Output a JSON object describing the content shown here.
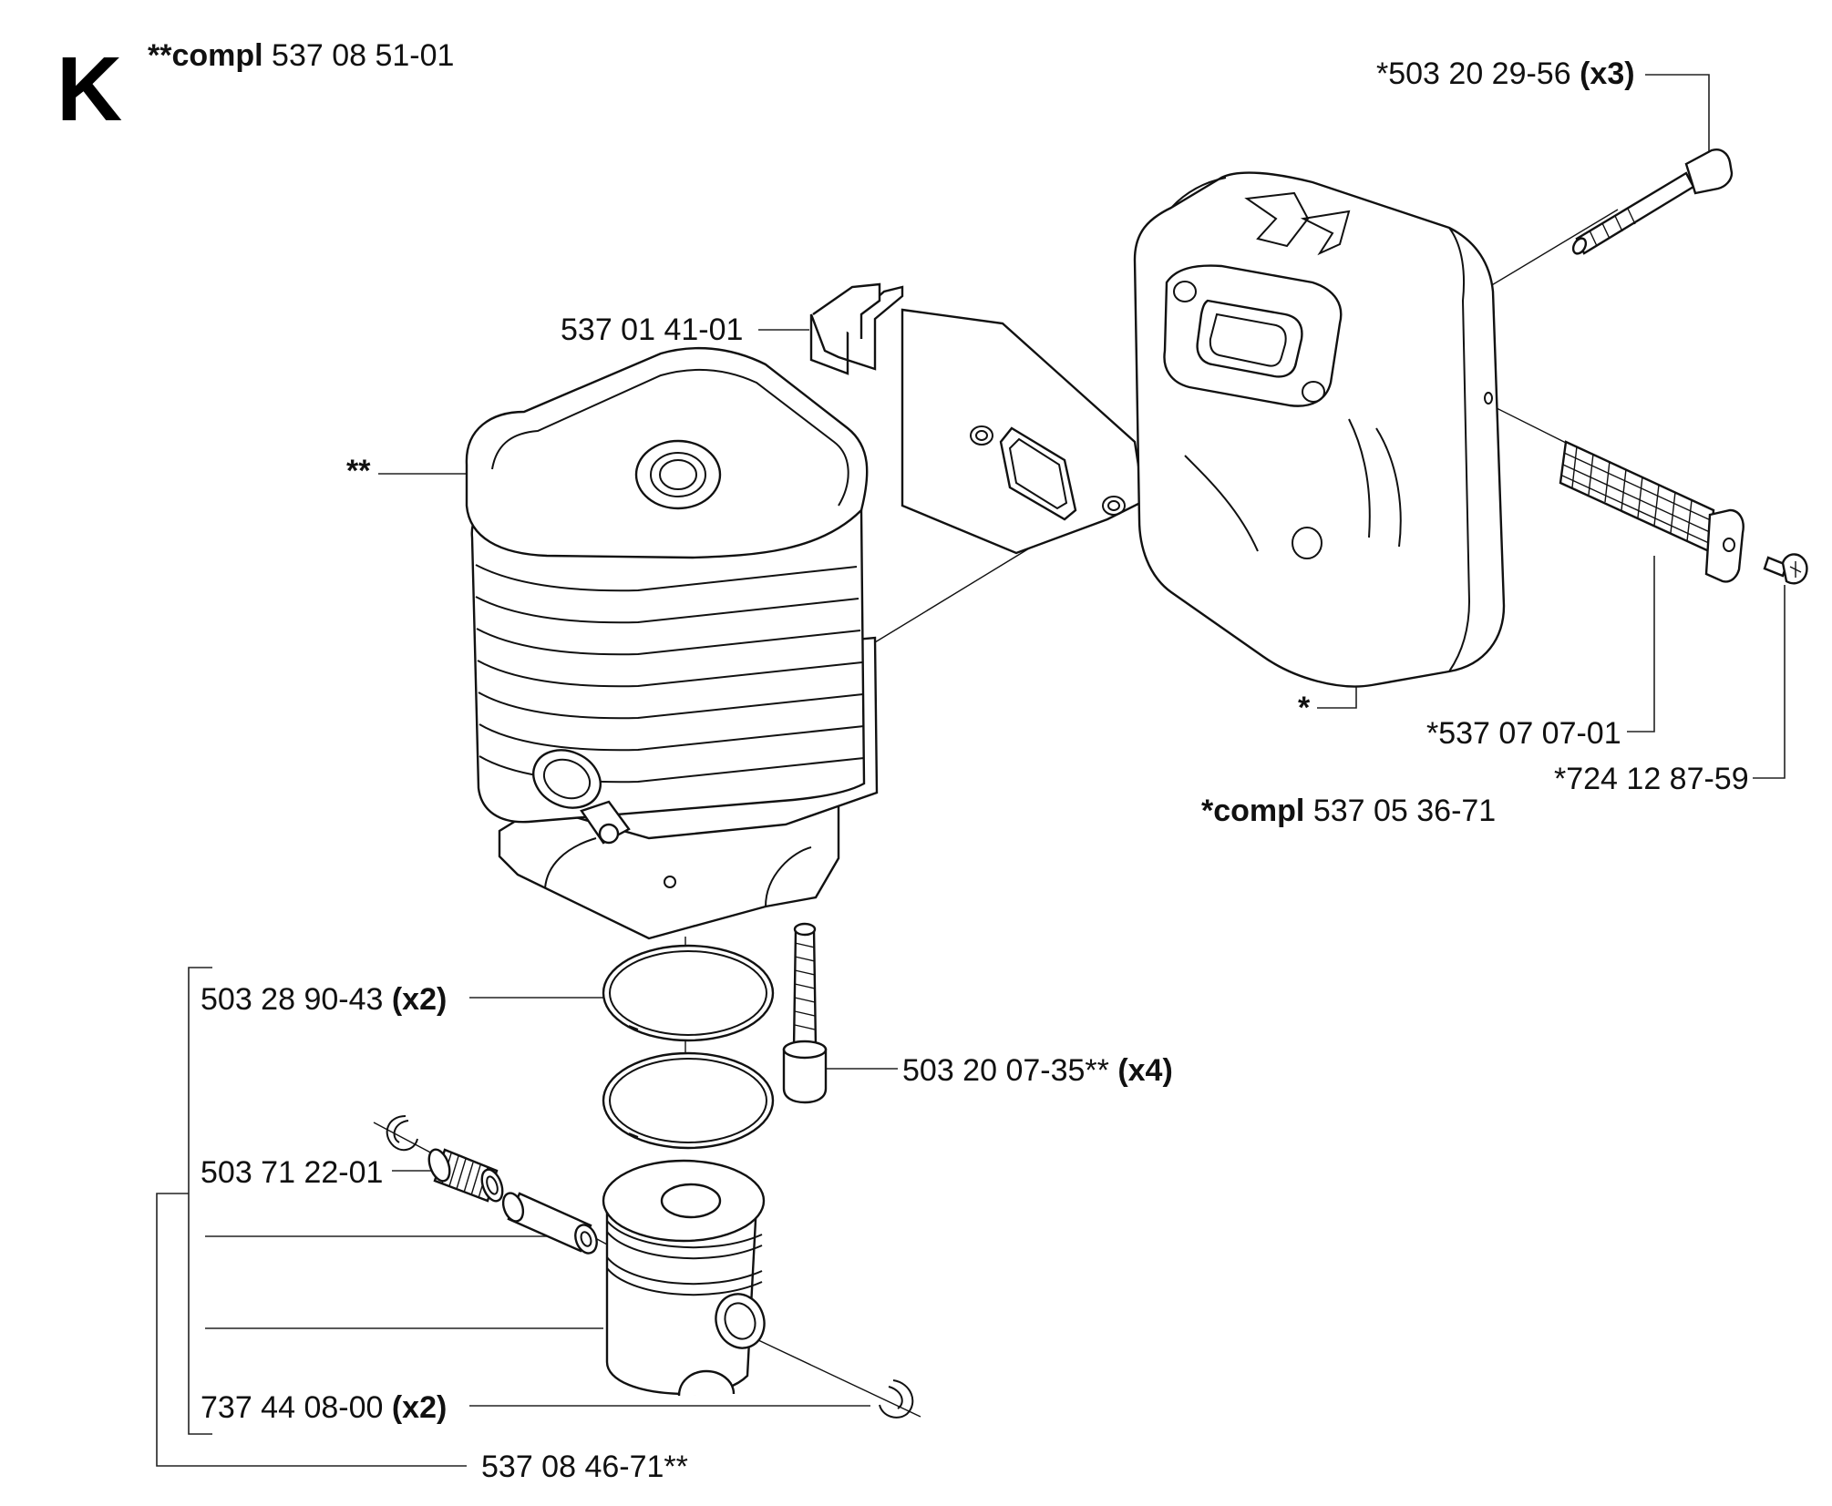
{
  "section_letter": "K",
  "callouts": {
    "cylinder_compl": {
      "prefix": "**compl",
      "part": "537 08 51-01"
    },
    "cylinder_marker": "**",
    "heat_shield": "537 01 41-01",
    "muffler_screw": {
      "part": "*503 20 29-56",
      "qty": "(x3)"
    },
    "muffler_marker": "*",
    "spark_screen": "*537 07 07-01",
    "screen_screw": "*724 12 87-59",
    "muffler_compl": {
      "prefix": "*compl",
      "part": "537 05 36-71"
    },
    "piston_ring": {
      "part": "503 28 90-43",
      "qty": "(x2)"
    },
    "cylinder_bolt": {
      "part": "503 20 07-35**",
      "qty": "(x4)"
    },
    "needle_bearing": "503 71 22-01",
    "circlip": {
      "part": "737 44 08-00",
      "qty": "(x2)"
    },
    "piston_kit": "537 08 46-71**"
  },
  "icons": [
    "cylinder-part",
    "heat-shield-part",
    "muffler-part",
    "screw-part",
    "spark-screen-part",
    "piston-ring-part",
    "piston-part",
    "piston-pin-part",
    "needle-bearing-part",
    "circlip-part",
    "bolt-part"
  ]
}
